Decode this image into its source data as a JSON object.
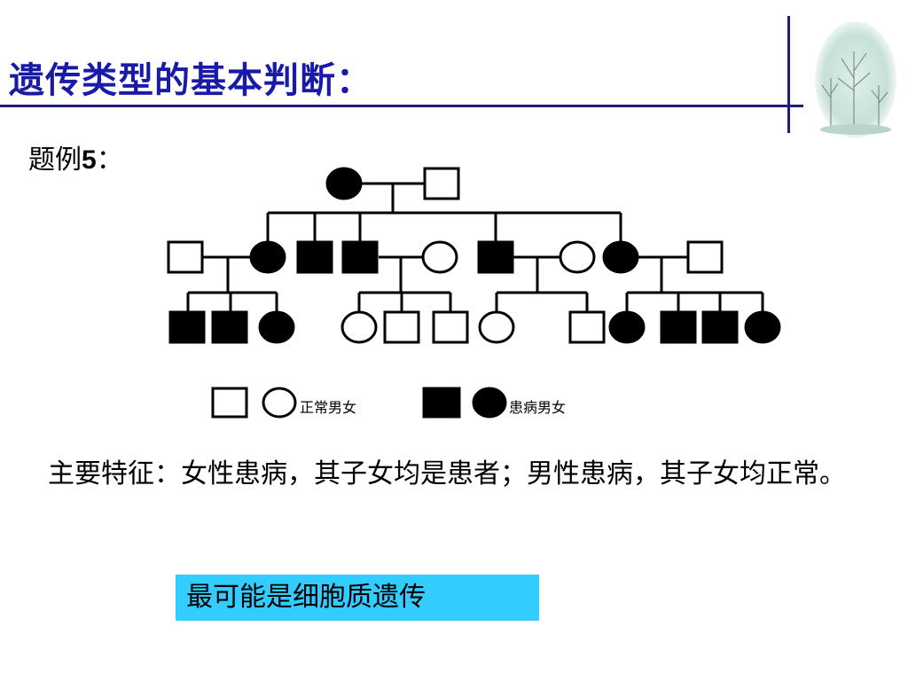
{
  "header": {
    "title": "遗传类型的基本判断："
  },
  "example": {
    "label": "题例",
    "number": "5",
    "colon": "："
  },
  "legend": {
    "normal_label": "正常男女",
    "affected_label": "患病男女"
  },
  "feature_text": "主要特征：女性患病，其子女均是患者；男性患病，其子女均正常。",
  "conclusion": "最可能是细胞质遗传",
  "colors": {
    "title": "#1a1aa8",
    "rule_line": "#1f1f7a",
    "conclusion_bg": "#33ccff"
  },
  "pedigree": {
    "generation_1": [
      {
        "id": "I-1",
        "sex": "female",
        "affected": true
      },
      {
        "id": "I-2",
        "sex": "male",
        "affected": false
      }
    ],
    "generation_2": [
      {
        "id": "II-1",
        "sex": "male",
        "affected": false
      },
      {
        "id": "II-2",
        "sex": "female",
        "affected": true
      },
      {
        "id": "II-3",
        "sex": "male",
        "affected": true
      },
      {
        "id": "II-4",
        "sex": "male",
        "affected": true
      },
      {
        "id": "II-5",
        "sex": "female",
        "affected": false
      },
      {
        "id": "II-6",
        "sex": "male",
        "affected": true
      },
      {
        "id": "II-7",
        "sex": "female",
        "affected": false
      },
      {
        "id": "II-8",
        "sex": "female",
        "affected": true
      },
      {
        "id": "II-9",
        "sex": "male",
        "affected": false
      }
    ],
    "generation_3": [
      {
        "id": "III-1",
        "sex": "male",
        "affected": true
      },
      {
        "id": "III-2",
        "sex": "male",
        "affected": true
      },
      {
        "id": "III-3",
        "sex": "female",
        "affected": true
      },
      {
        "id": "III-4",
        "sex": "female",
        "affected": false
      },
      {
        "id": "III-5",
        "sex": "male",
        "affected": false
      },
      {
        "id": "III-6",
        "sex": "male",
        "affected": false
      },
      {
        "id": "III-7",
        "sex": "female",
        "affected": false
      },
      {
        "id": "III-8",
        "sex": "male",
        "affected": false
      },
      {
        "id": "III-9",
        "sex": "female",
        "affected": true
      },
      {
        "id": "III-10",
        "sex": "male",
        "affected": true
      },
      {
        "id": "III-11",
        "sex": "male",
        "affected": true
      },
      {
        "id": "III-12",
        "sex": "female",
        "affected": true
      }
    ]
  }
}
